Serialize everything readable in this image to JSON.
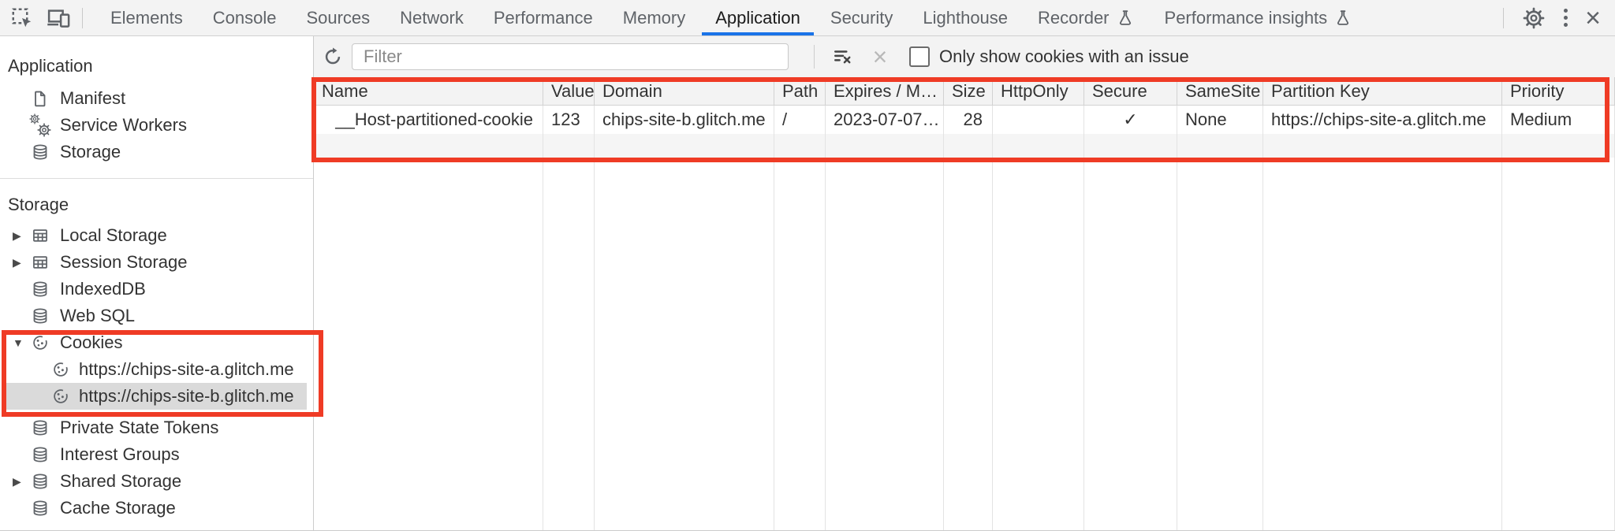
{
  "tabbar": {
    "tabs": [
      {
        "label": "Elements"
      },
      {
        "label": "Console"
      },
      {
        "label": "Sources"
      },
      {
        "label": "Network"
      },
      {
        "label": "Performance"
      },
      {
        "label": "Memory"
      },
      {
        "label": "Application",
        "active": true
      },
      {
        "label": "Security"
      },
      {
        "label": "Lighthouse"
      },
      {
        "label": "Recorder",
        "flask": true
      },
      {
        "label": "Performance insights",
        "flask": true
      }
    ]
  },
  "sidebar": {
    "app_section": {
      "header": "Application",
      "items": [
        {
          "label": "Manifest",
          "icon": "document"
        },
        {
          "label": "Service Workers",
          "icon": "gears"
        },
        {
          "label": "Storage",
          "icon": "database"
        }
      ]
    },
    "storage_section": {
      "header": "Storage",
      "items": [
        {
          "label": "Local Storage",
          "icon": "grid",
          "expander": "collapsed"
        },
        {
          "label": "Session Storage",
          "icon": "grid",
          "expander": "collapsed"
        },
        {
          "label": "IndexedDB",
          "icon": "database"
        },
        {
          "label": "Web SQL",
          "icon": "database"
        },
        {
          "label": "Cookies",
          "icon": "cookie",
          "expander": "expanded"
        },
        {
          "label": "https://chips-site-a.glitch.me",
          "icon": "cookie",
          "child": true
        },
        {
          "label": "https://chips-site-b.glitch.me",
          "icon": "cookie",
          "child": true,
          "selected": true
        },
        {
          "label": "Private State Tokens",
          "icon": "database"
        },
        {
          "label": "Interest Groups",
          "icon": "database"
        },
        {
          "label": "Shared Storage",
          "icon": "database",
          "expander": "collapsed"
        },
        {
          "label": "Cache Storage",
          "icon": "database"
        }
      ]
    }
  },
  "toolbar": {
    "filter_placeholder": "Filter",
    "only_issue_label": "Only show cookies with an issue",
    "checkbox_checked": false
  },
  "cookie_table": {
    "columns": [
      "Name",
      "Value",
      "Domain",
      "Path",
      "Expires / M…",
      "Size",
      "HttpOnly",
      "Secure",
      "SameSite",
      "Partition Key",
      "Priority"
    ],
    "row": {
      "name": "__Host-partitioned-cookie",
      "value": "123",
      "domain": "chips-site-b.glitch.me",
      "path": "/",
      "expires": "2023-07-07…",
      "size": "28",
      "http_only": "",
      "secure": "✓",
      "same_site": "None",
      "partition_key": "https://chips-site-a.glitch.me",
      "priority": "Medium"
    }
  },
  "colors": {
    "accent_blue": "#1a73e8",
    "annotation_red": "#ef3b25",
    "selection_gray": "#dadada",
    "chrome_bg": "#f3f3f3"
  }
}
